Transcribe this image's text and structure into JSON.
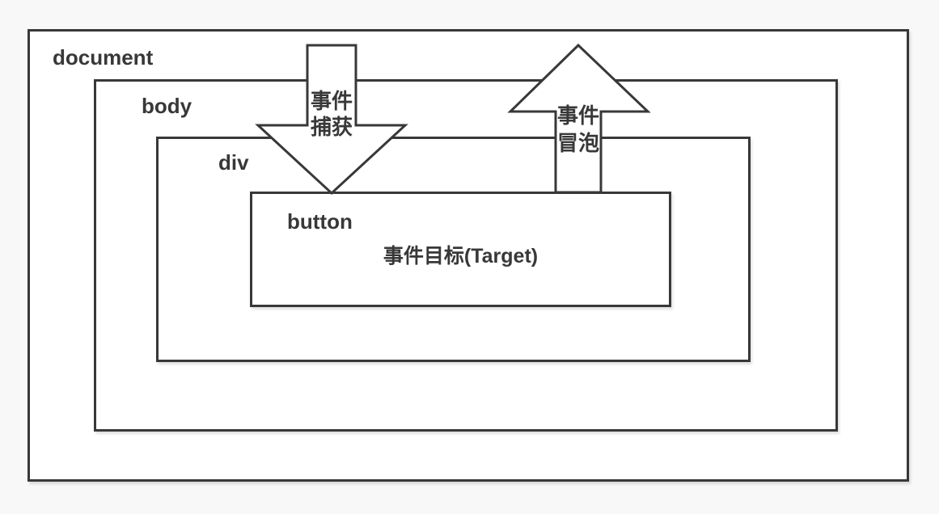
{
  "diagram": {
    "type": "dom-event-flow",
    "colors": {
      "border": "#383838",
      "text": "#383838",
      "box_fill": "#ffffff",
      "background": "#f8f8f8"
    },
    "boxes": [
      {
        "id": "document",
        "label": "document"
      },
      {
        "id": "body",
        "label": "body"
      },
      {
        "id": "div",
        "label": "div"
      },
      {
        "id": "button",
        "label": "button",
        "content": "事件目标(Target)"
      }
    ],
    "arrows": {
      "capture": {
        "direction": "down",
        "label": "事件捕获",
        "lines": [
          "事件",
          "捕获"
        ]
      },
      "bubble": {
        "direction": "up",
        "label": "事件冒泡",
        "lines": [
          "事件",
          "冒泡"
        ]
      }
    }
  }
}
